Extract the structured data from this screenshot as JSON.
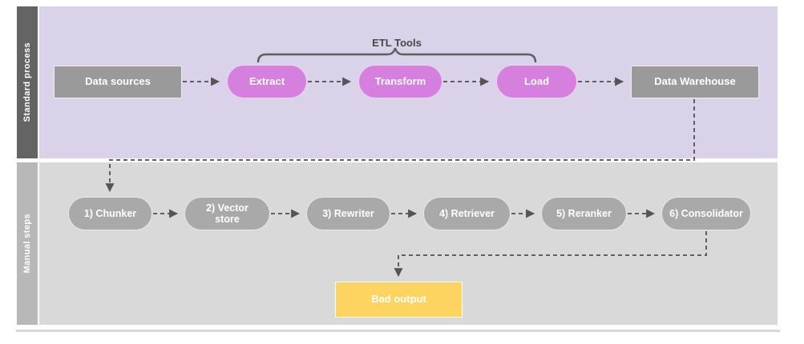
{
  "lanes": [
    {
      "label": "Standard process"
    },
    {
      "label": "Manual steps"
    }
  ],
  "standard": {
    "data_sources_label": "Data sources",
    "etl_brace_label": "ETL Tools",
    "etl_steps": [
      "Extract",
      "Transform",
      "Load"
    ],
    "warehouse_label": "Data Warehouse"
  },
  "manual": {
    "steps": [
      "1) Chunker",
      "2) Vector store",
      "3) Rewriter",
      "4) Retriever",
      "5) Reranker",
      "6) Consolidator"
    ],
    "bad_output_label": "Bad output"
  },
  "colors": {
    "standard_lane_bg": "#d9d2e9",
    "manual_lane_bg": "#d9d9d9",
    "standard_label_bar": "#646464",
    "manual_label_bar": "#b8b8b8",
    "etl_pill": "#d57fdf",
    "gray_node": "#9a9a9a",
    "step_pill": "#a9a9a9",
    "bad_output": "#fcd45f",
    "connector": "#5f5f5f"
  }
}
